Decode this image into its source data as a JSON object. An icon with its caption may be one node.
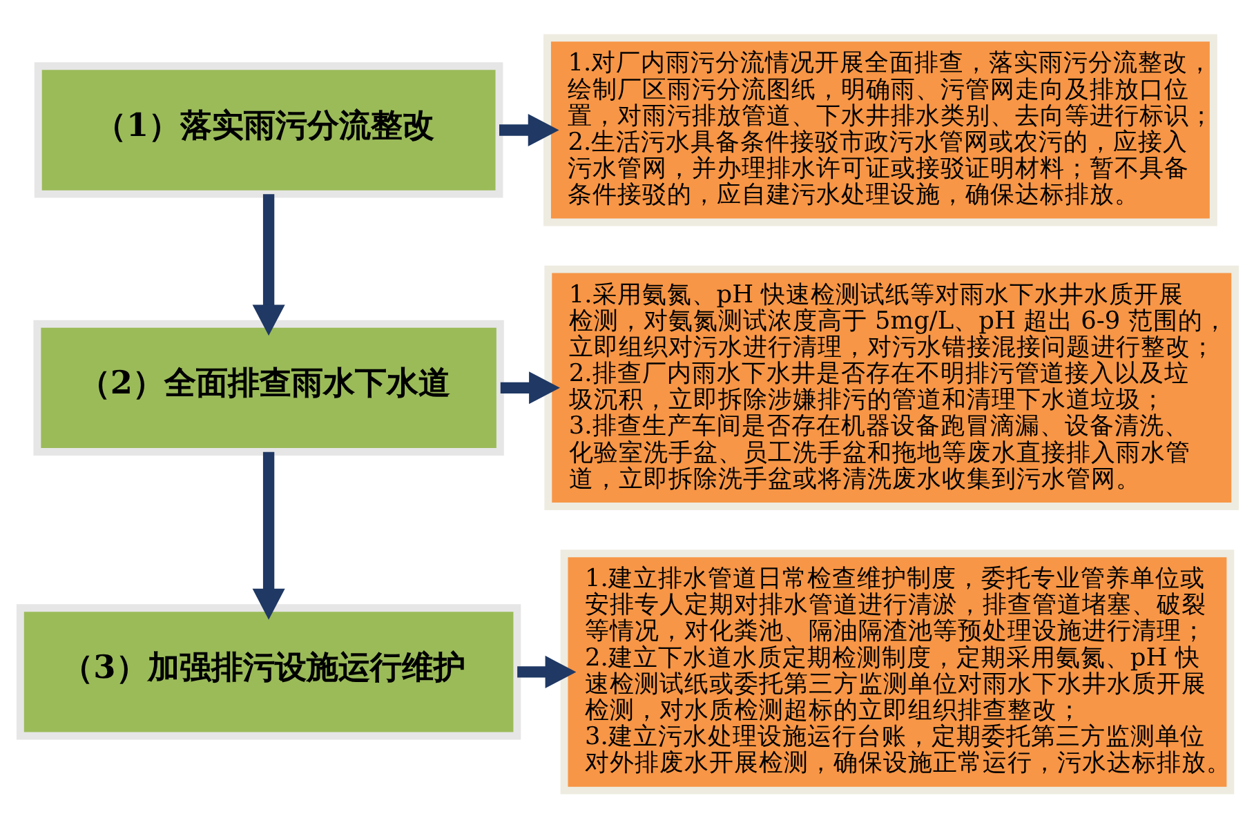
{
  "diagram": {
    "nodes": [
      {
        "text": [
          "（1）落实雨污分流整改"
        ]
      },
      {
        "text": [
          "1.对厂内雨污分流情况开展全面排查，落实雨污分流整改，绘制厂区雨污分流图纸，明确雨、污管网走向及排放口位置，对雨污排放管道、下水井排水类别、去向等进行标识；",
          "2.生活污水具备条件接驳市政污水管网或农污的，应接入污水管网，并办理排水许可证或接驳证明材料；暂不具备条件接驳的，应自建污水处理设施，确保达标排放。"
        ]
      },
      {
        "text": [
          "（2）全面排查雨水下水道"
        ]
      },
      {
        "text": [
          "1.采用氨氮、pH 快速检测试纸等对雨水下水井水质开展检测，对氨氮测试浓度高于 5mg/L、pH 超出 6-9 范围的，立即组织对污水进行清理，对污水错接混接问题进行整改；",
          "2.排查厂内雨水下水井是否存在不明排污管道接入以及垃圾沉积，立即拆除涉嫌排污的管道和清理下水道垃圾；",
          "3.排查生产车间是否存在机器设备跑冒滴漏、设备清洗、化验室洗手盆、员工洗手盆和拖地等废水直接排入雨水管道，立即拆除洗手盆或将清洗废水收集到污水管网。"
        ]
      },
      {
        "text": [
          "（3）加强排污设施运行维护"
        ]
      },
      {
        "text": [
          "1.建立排水管道日常检查维护制度，委托专业管养单位或安排专人定期对排水管道进行清淤，排查管道堵塞、破裂等情况，对化粪池、隔油隔渣池等预处理设施进行清理；",
          "2.建立下水道水质定期检测制度，定期采用氨氮、pH 快速检测试纸或委托第三方监测单位对雨水下水井水质开展检测，对水质检测超标的立即组织排查整改；",
          "3.建立污水处理设施运行台账，定期委托第三方监测单位对外排废水开展检测，确保设施正常运行，污水达标排放。"
        ]
      }
    ],
    "edges": [
      {
        "from": 0,
        "to": 1,
        "arrow": "to"
      },
      {
        "from": 0,
        "to": 2,
        "arrow": "to"
      },
      {
        "from": 2,
        "to": 3,
        "arrow": "to"
      },
      {
        "from": 2,
        "to": 4,
        "arrow": "to"
      },
      {
        "from": 4,
        "to": 5,
        "arrow": "to"
      }
    ]
  }
}
